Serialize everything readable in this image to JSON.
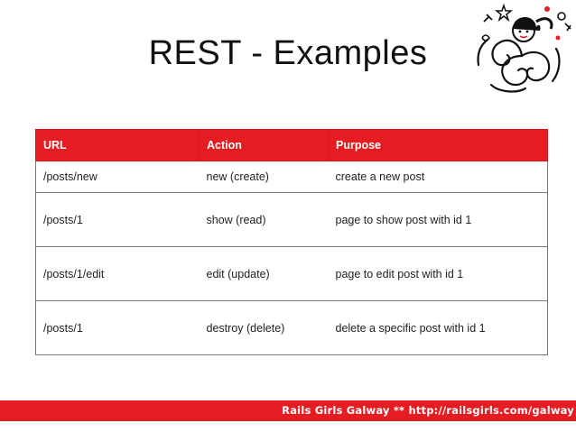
{
  "slide": {
    "title": "REST - Examples"
  },
  "table": {
    "headers": [
      "URL",
      "Action",
      "Purpose"
    ],
    "rows": [
      [
        "/posts/new",
        "new (create)",
        "create a new post"
      ],
      [
        "/posts/1",
        "show (read)",
        "page to show post with id 1"
      ],
      [
        "/posts/1/edit",
        "edit (update)",
        "page to edit post with id 1"
      ],
      [
        "/posts/1",
        "destroy (delete)",
        "delete a specific post with id 1"
      ]
    ]
  },
  "footer": {
    "text": "Rails Girls Galway ** http://railsgirls.com/galway"
  },
  "colors": {
    "accent": "#e51d23",
    "text": "#222222",
    "background": "#ffffff"
  },
  "icons": {
    "logo": "rails-girls-galway-logo"
  }
}
